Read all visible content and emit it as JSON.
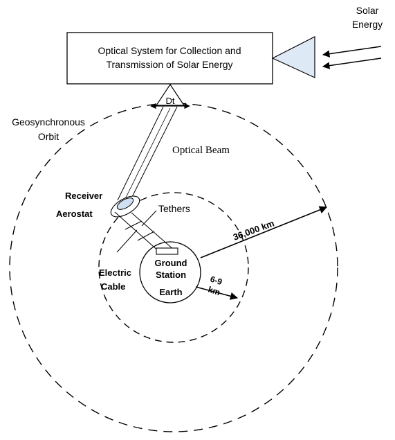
{
  "solar": {
    "line1": "Solar",
    "line2": "Energy"
  },
  "optical_system": {
    "line1": "Optical System for Collection and",
    "line2": "Transmission of Solar Energy"
  },
  "transmitter": {
    "label": "Dt"
  },
  "geo_orbit": {
    "line1": "Geosynchronous",
    "line2": "Orbit"
  },
  "optical_beam": {
    "label": "Optical Beam"
  },
  "receiver": {
    "label": "Receiver"
  },
  "aerostat": {
    "label": "Aerostat"
  },
  "tethers": {
    "label": "Tethers"
  },
  "electric_cable": {
    "line1": "Electric",
    "line2": "Cable"
  },
  "ground_station": {
    "line1": "Ground",
    "line2": "Station"
  },
  "earth": {
    "label": "Earth"
  },
  "distance_geo": {
    "label": "36,000 km"
  },
  "distance_aerostat": {
    "line1": "6-9",
    "line2": "km"
  }
}
